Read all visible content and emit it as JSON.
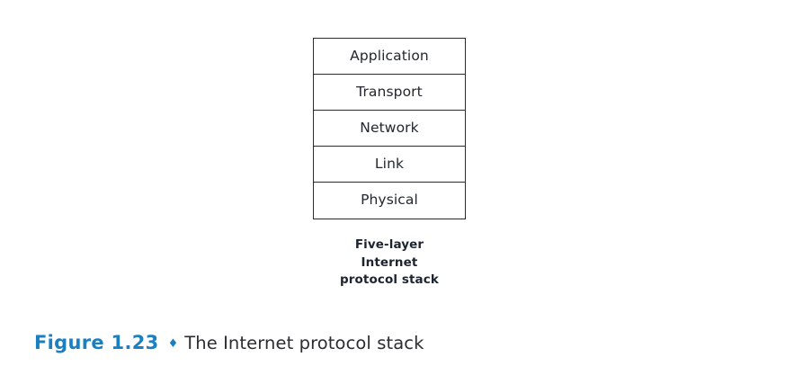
{
  "figure": {
    "number_label": "Figure 1.23",
    "separator_glyph": "♦",
    "caption_text": "The Internet protocol stack",
    "number_color": "#1a80c2",
    "caption_color": "#2c2c33"
  },
  "diagram": {
    "title_lines": [
      "Five-layer",
      "Internet",
      "protocol stack"
    ],
    "border_color": "#2b2b2b",
    "label_color": "#23272f",
    "background_color": "#ffffff",
    "layers": [
      {
        "name": "Application"
      },
      {
        "name": "Transport"
      },
      {
        "name": "Network"
      },
      {
        "name": "Link"
      },
      {
        "name": "Physical"
      }
    ]
  }
}
